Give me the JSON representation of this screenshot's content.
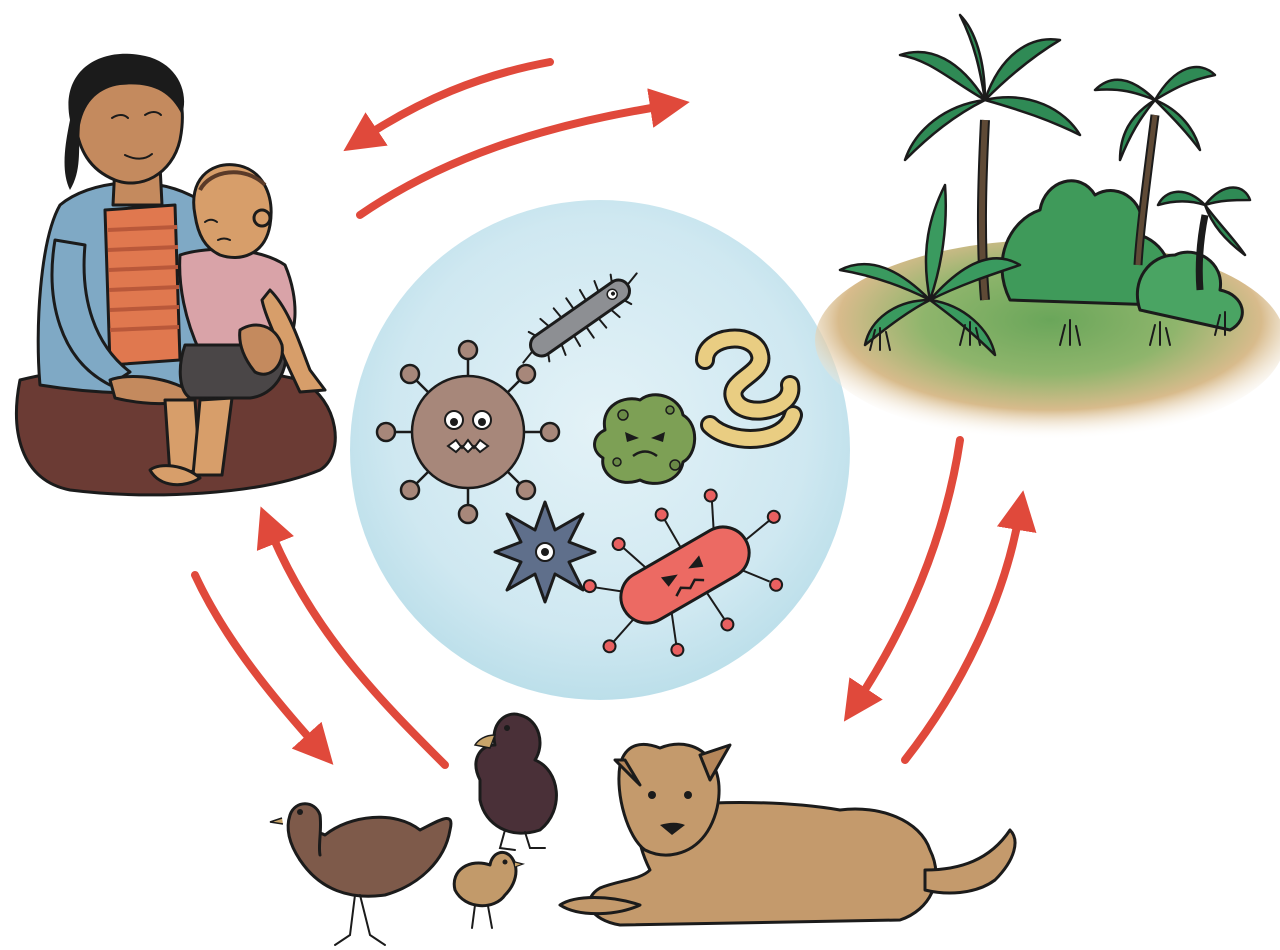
{
  "diagram": {
    "nodes": [
      {
        "id": "humans",
        "icon": "mother-and-child-icon"
      },
      {
        "id": "environment",
        "icon": "tropical-vegetation-icon"
      },
      {
        "id": "animals",
        "icon": "domestic-animals-icon"
      },
      {
        "id": "pathogens",
        "icon": "microbes-circle-icon"
      }
    ],
    "pathogens": [
      "virus-icon",
      "bacillus-icon",
      "spiky-microbe-icon",
      "fungus-blob-icon",
      "spiral-bacteria-icon",
      "rod-bacterium-icon"
    ],
    "animals": [
      "chicken-icon",
      "duck-icon",
      "chick-icon",
      "dog-icon"
    ],
    "links": [
      {
        "from": "environment",
        "to": "humans"
      },
      {
        "from": "humans",
        "to": "environment"
      },
      {
        "from": "environment",
        "to": "animals"
      },
      {
        "from": "animals",
        "to": "environment"
      },
      {
        "from": "humans",
        "to": "animals"
      },
      {
        "from": "animals",
        "to": "humans"
      }
    ],
    "colors": {
      "arrow": "#e0493b",
      "microbe_bubble": "#cfe8f1",
      "foliage": "#3f9a5a",
      "soil": "#c9a273",
      "cardigan": "#7fa9c5",
      "sarong": "#6b3b34",
      "dog": "#c49a6c"
    }
  }
}
